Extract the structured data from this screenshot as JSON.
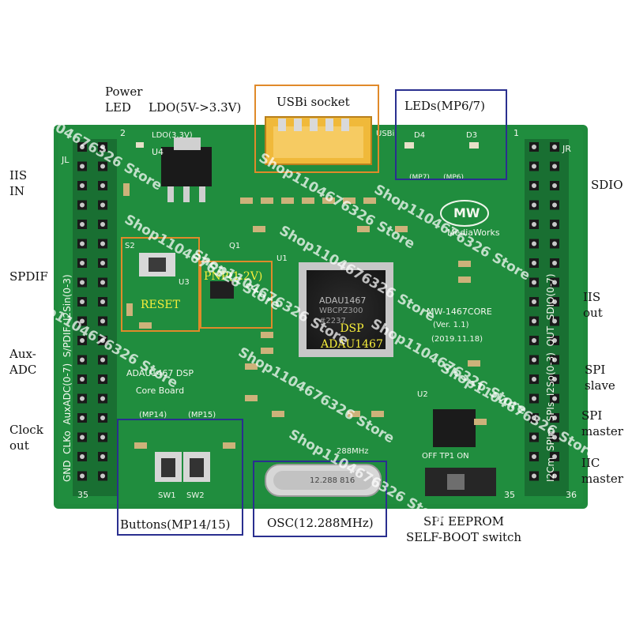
{
  "labels": {
    "power_led": "Power\nLED",
    "ldo": "LDO(5V->3.3V)",
    "usbi_socket": "USBi socket",
    "leds": "LEDs(MP6/7)",
    "iis_in": "IIS\nIN",
    "sdio": "SDIO",
    "spdif": "SPDIF",
    "iis_out": "IIS\nout",
    "aux_adc": "Aux-\nADC",
    "spi_slave": "SPI\nslave",
    "clock_out": "Clock\nout",
    "spi_master": "SPI\nmaster",
    "iic_master": "IIC\nmaster",
    "buttons": "Buttons(MP14/15)",
    "osc": "OSC(12.288MHz)",
    "spi_eeprom": "SPI EEPROM\nSELF-BOOT switch",
    "reset": "RESET",
    "pnp": "PNP(1.2V)",
    "dsp": "DSP\nADAU1467"
  },
  "board": {
    "chip_line1": "ADAU1467",
    "chip_line2": "WBCPZ300",
    "chip_line3": "#2237",
    "model": "MW-1467CORE",
    "version": "(Ver. 1.1)",
    "date": "(2019.11.18)",
    "core_board": "ADAU1467 DSP\nCore Board",
    "brand": "MediaWorks",
    "brand_short": "MW",
    "osc_text": "12.288 816",
    "osc_freq": "288MHz",
    "u4": "U4",
    "ldo_mark": "LDO(3.3V)",
    "mp14": "(MP14)",
    "mp15": "(MP15)",
    "sw1": "SW1",
    "sw2": "SW2",
    "s2": "S2",
    "u3": "U3",
    "u1": "U1",
    "u2": "U2",
    "q1": "Q1",
    "jl": "JL",
    "jr": "JR",
    "pin2": "2",
    "pin1": "1",
    "pin35": "35",
    "pin35b": "35",
    "pin36": "36",
    "off_tp1_on": "OFF TP1 ON",
    "d4": "D4",
    "d3": "D3",
    "mp7_mp6": "(MP7)      (MP6)",
    "usbi": "USBi",
    "left_header": "GND  CLKo  AuxADC(0-7)  S/PDIF  I2Sin(0-3)",
    "right_header": "I2Cm  SPIm  SPIs  I2So(0-3)  OUT  SDIO(0-7)"
  },
  "watermark": "Shop1104676326 Store",
  "colors": {
    "pcb": "#1f8a3c",
    "pcb_dark": "#17702f",
    "label_box_blue": "#2a2f8f",
    "label_box_orange": "#e08a2a",
    "connector": "#f0b93a"
  }
}
